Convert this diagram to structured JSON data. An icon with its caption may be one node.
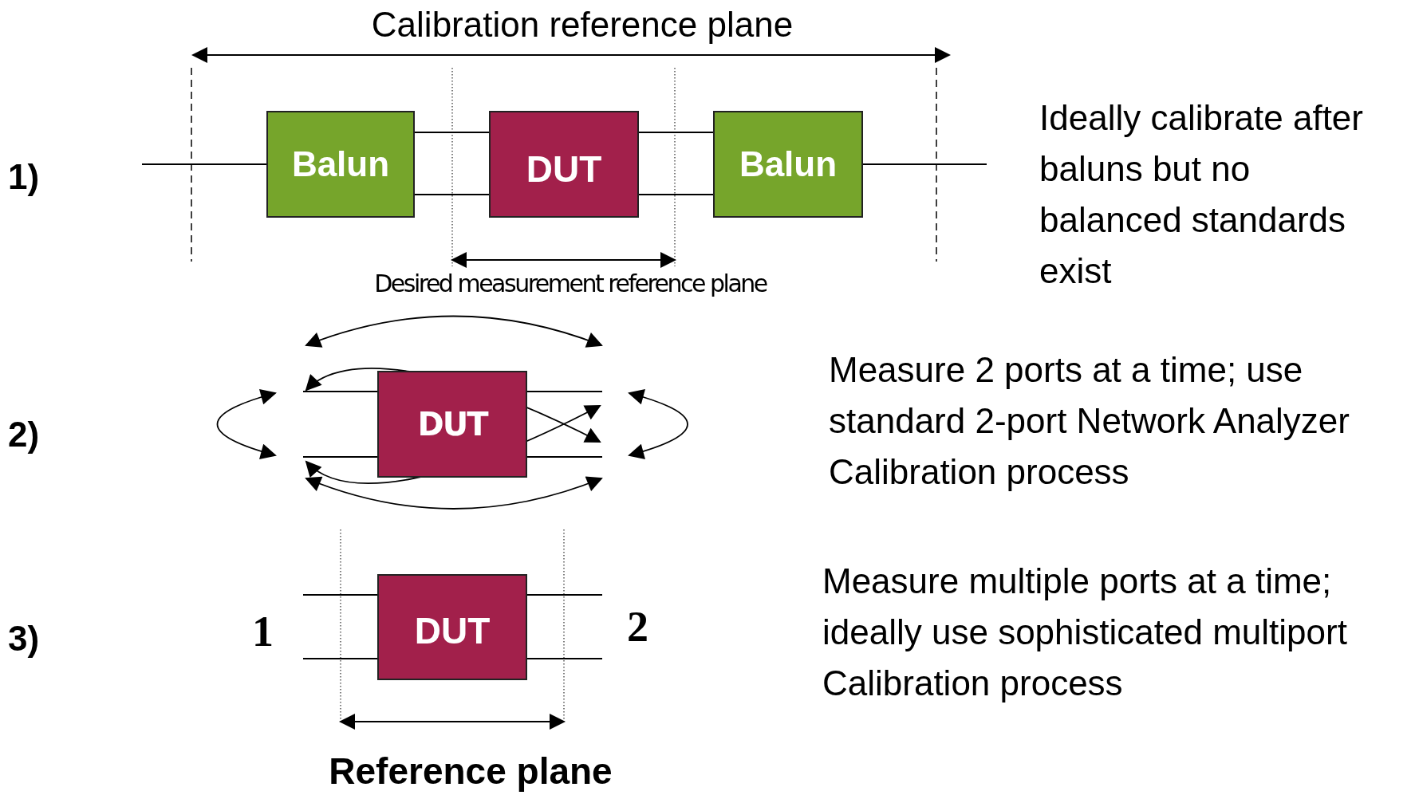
{
  "diagram": {
    "nodes": [
      {
        "text": [
          "Balun"
        ]
      },
      {
        "text": [
          "DUT"
        ]
      },
      {
        "text": [
          "Balun"
        ]
      },
      {
        "text": [
          "DUT"
        ]
      },
      {
        "text": [
          "DUT"
        ]
      }
    ],
    "edges": [
      {
        "from": 0,
        "to": 1,
        "arrow": "none"
      },
      {
        "from": 0,
        "to": 1,
        "arrow": "none"
      },
      {
        "from": 1,
        "to": 2,
        "arrow": "none"
      },
      {
        "from": 1,
        "to": 2,
        "arrow": "none"
      },
      {
        "from": null,
        "to": 0,
        "arrow": "none"
      },
      {
        "from": 2,
        "to": null,
        "arrow": "none"
      },
      {
        "from": null,
        "to": 3,
        "arrow": "none"
      },
      {
        "from": null,
        "to": 3,
        "arrow": "none"
      },
      {
        "from": 3,
        "to": null,
        "arrow": "none"
      },
      {
        "from": 3,
        "to": null,
        "arrow": "none"
      },
      {
        "from": null,
        "to": 4,
        "arrow": "none"
      },
      {
        "from": null,
        "to": 4,
        "arrow": "none"
      },
      {
        "from": 4,
        "to": null,
        "arrow": "none"
      },
      {
        "from": 4,
        "to": null,
        "arrow": "none"
      }
    ],
    "labels": [
      "Calibration reference plane",
      "1)",
      "Ideally calibrate after baluns but no balanced standards exist",
      "Desired measurement reference plane",
      "Measure 2 ports at a time; use standard 2-port Network Analyzer Calibration process",
      "2)",
      "Measure multiple ports at a time; ideally use sophisticated multiport Calibration process",
      "1",
      "2",
      "3)",
      "Reference plane"
    ]
  }
}
